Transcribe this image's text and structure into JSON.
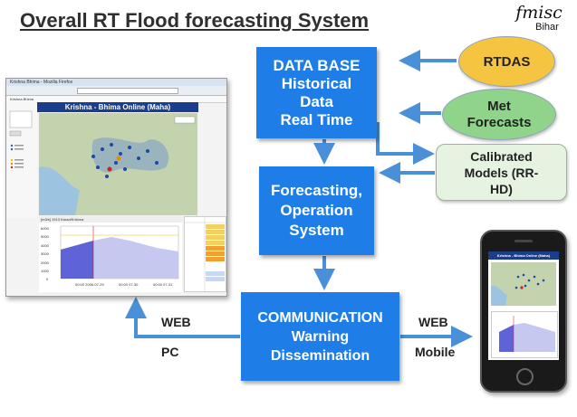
{
  "title": "Overall RT Flood forecasting System",
  "logo": {
    "main": "fmisc",
    "sub": "Bihar"
  },
  "boxes": {
    "database": [
      "DATA BASE",
      "Historical",
      "Data",
      "Real Time"
    ],
    "forecasting": [
      "Forecasting,",
      "Operation",
      "System"
    ],
    "communication": [
      "COMMUNICATION",
      "Warning",
      "Dissemination"
    ]
  },
  "inputs": {
    "rtdas": "RTDAS",
    "met": [
      "Met",
      "Forecasts"
    ],
    "calibrated": [
      "Calibrated",
      "Models (RR-",
      "HD)"
    ]
  },
  "outputs": {
    "web_left": "WEB",
    "pc": "PC",
    "web_right": "WEB",
    "mobile": "Mobile"
  },
  "browser": {
    "window_title": "Krishna Bhima - Mozilla Firefox",
    "tab": "Krishna Bhima",
    "header": "Krishna - Bhima Online (Maha)",
    "chart_caption": "[m3/s]   1913 Karad/Krishna",
    "y_ticks": [
      "6000",
      "5000",
      "4000",
      "3000",
      "2000",
      "1000",
      "0"
    ],
    "x_ticks": [
      "00:00\n2006-07-29",
      "00:00\n07-30",
      "00:00\n07-31"
    ]
  },
  "phone": {
    "header": "Krishna - Bhima Online (Maha)"
  },
  "colors": {
    "box_blue": "#1f7de8",
    "arrow_blue": "#4a90d9",
    "rtdas": "#f5c542",
    "met": "#8fd48a",
    "calibrated": "#e6f3e0"
  }
}
